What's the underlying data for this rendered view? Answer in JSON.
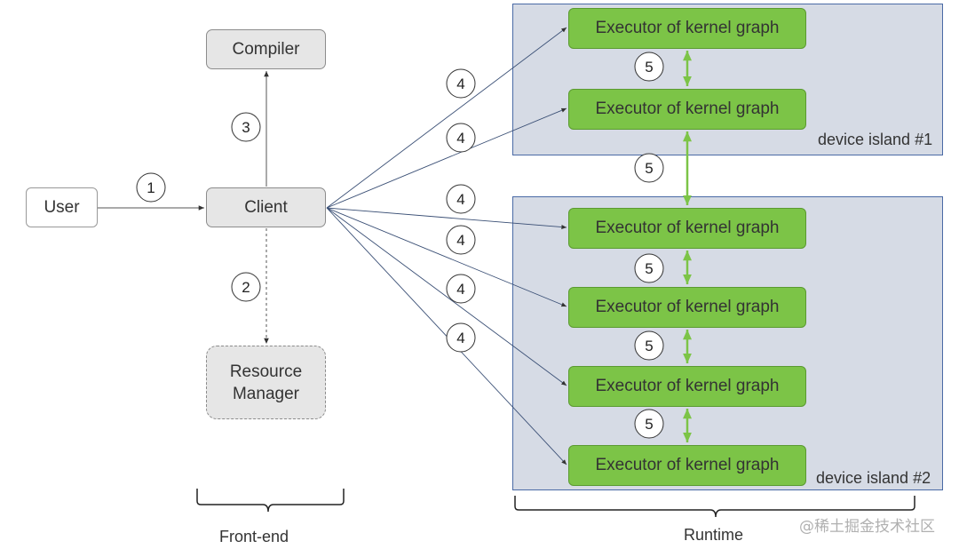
{
  "nodes": {
    "user": "User",
    "compiler": "Compiler",
    "client": "Client",
    "resource_manager": "Resource\nManager"
  },
  "executor_label": "Executor of kernel graph",
  "islands": {
    "island1": "device island #1",
    "island2": "device island #2"
  },
  "steps": [
    "1",
    "2",
    "3",
    "4",
    "5"
  ],
  "groups": {
    "frontend": "Front-end",
    "runtime": "Runtime"
  },
  "watermark": "@稀土掘金技术社区",
  "colors": {
    "executor_fill": "#7cc447",
    "executor_link": "#7cc447",
    "island_fill": "#d6dbe5",
    "island_border": "#4a6aa5",
    "node_fill": "#e6e6e6"
  }
}
